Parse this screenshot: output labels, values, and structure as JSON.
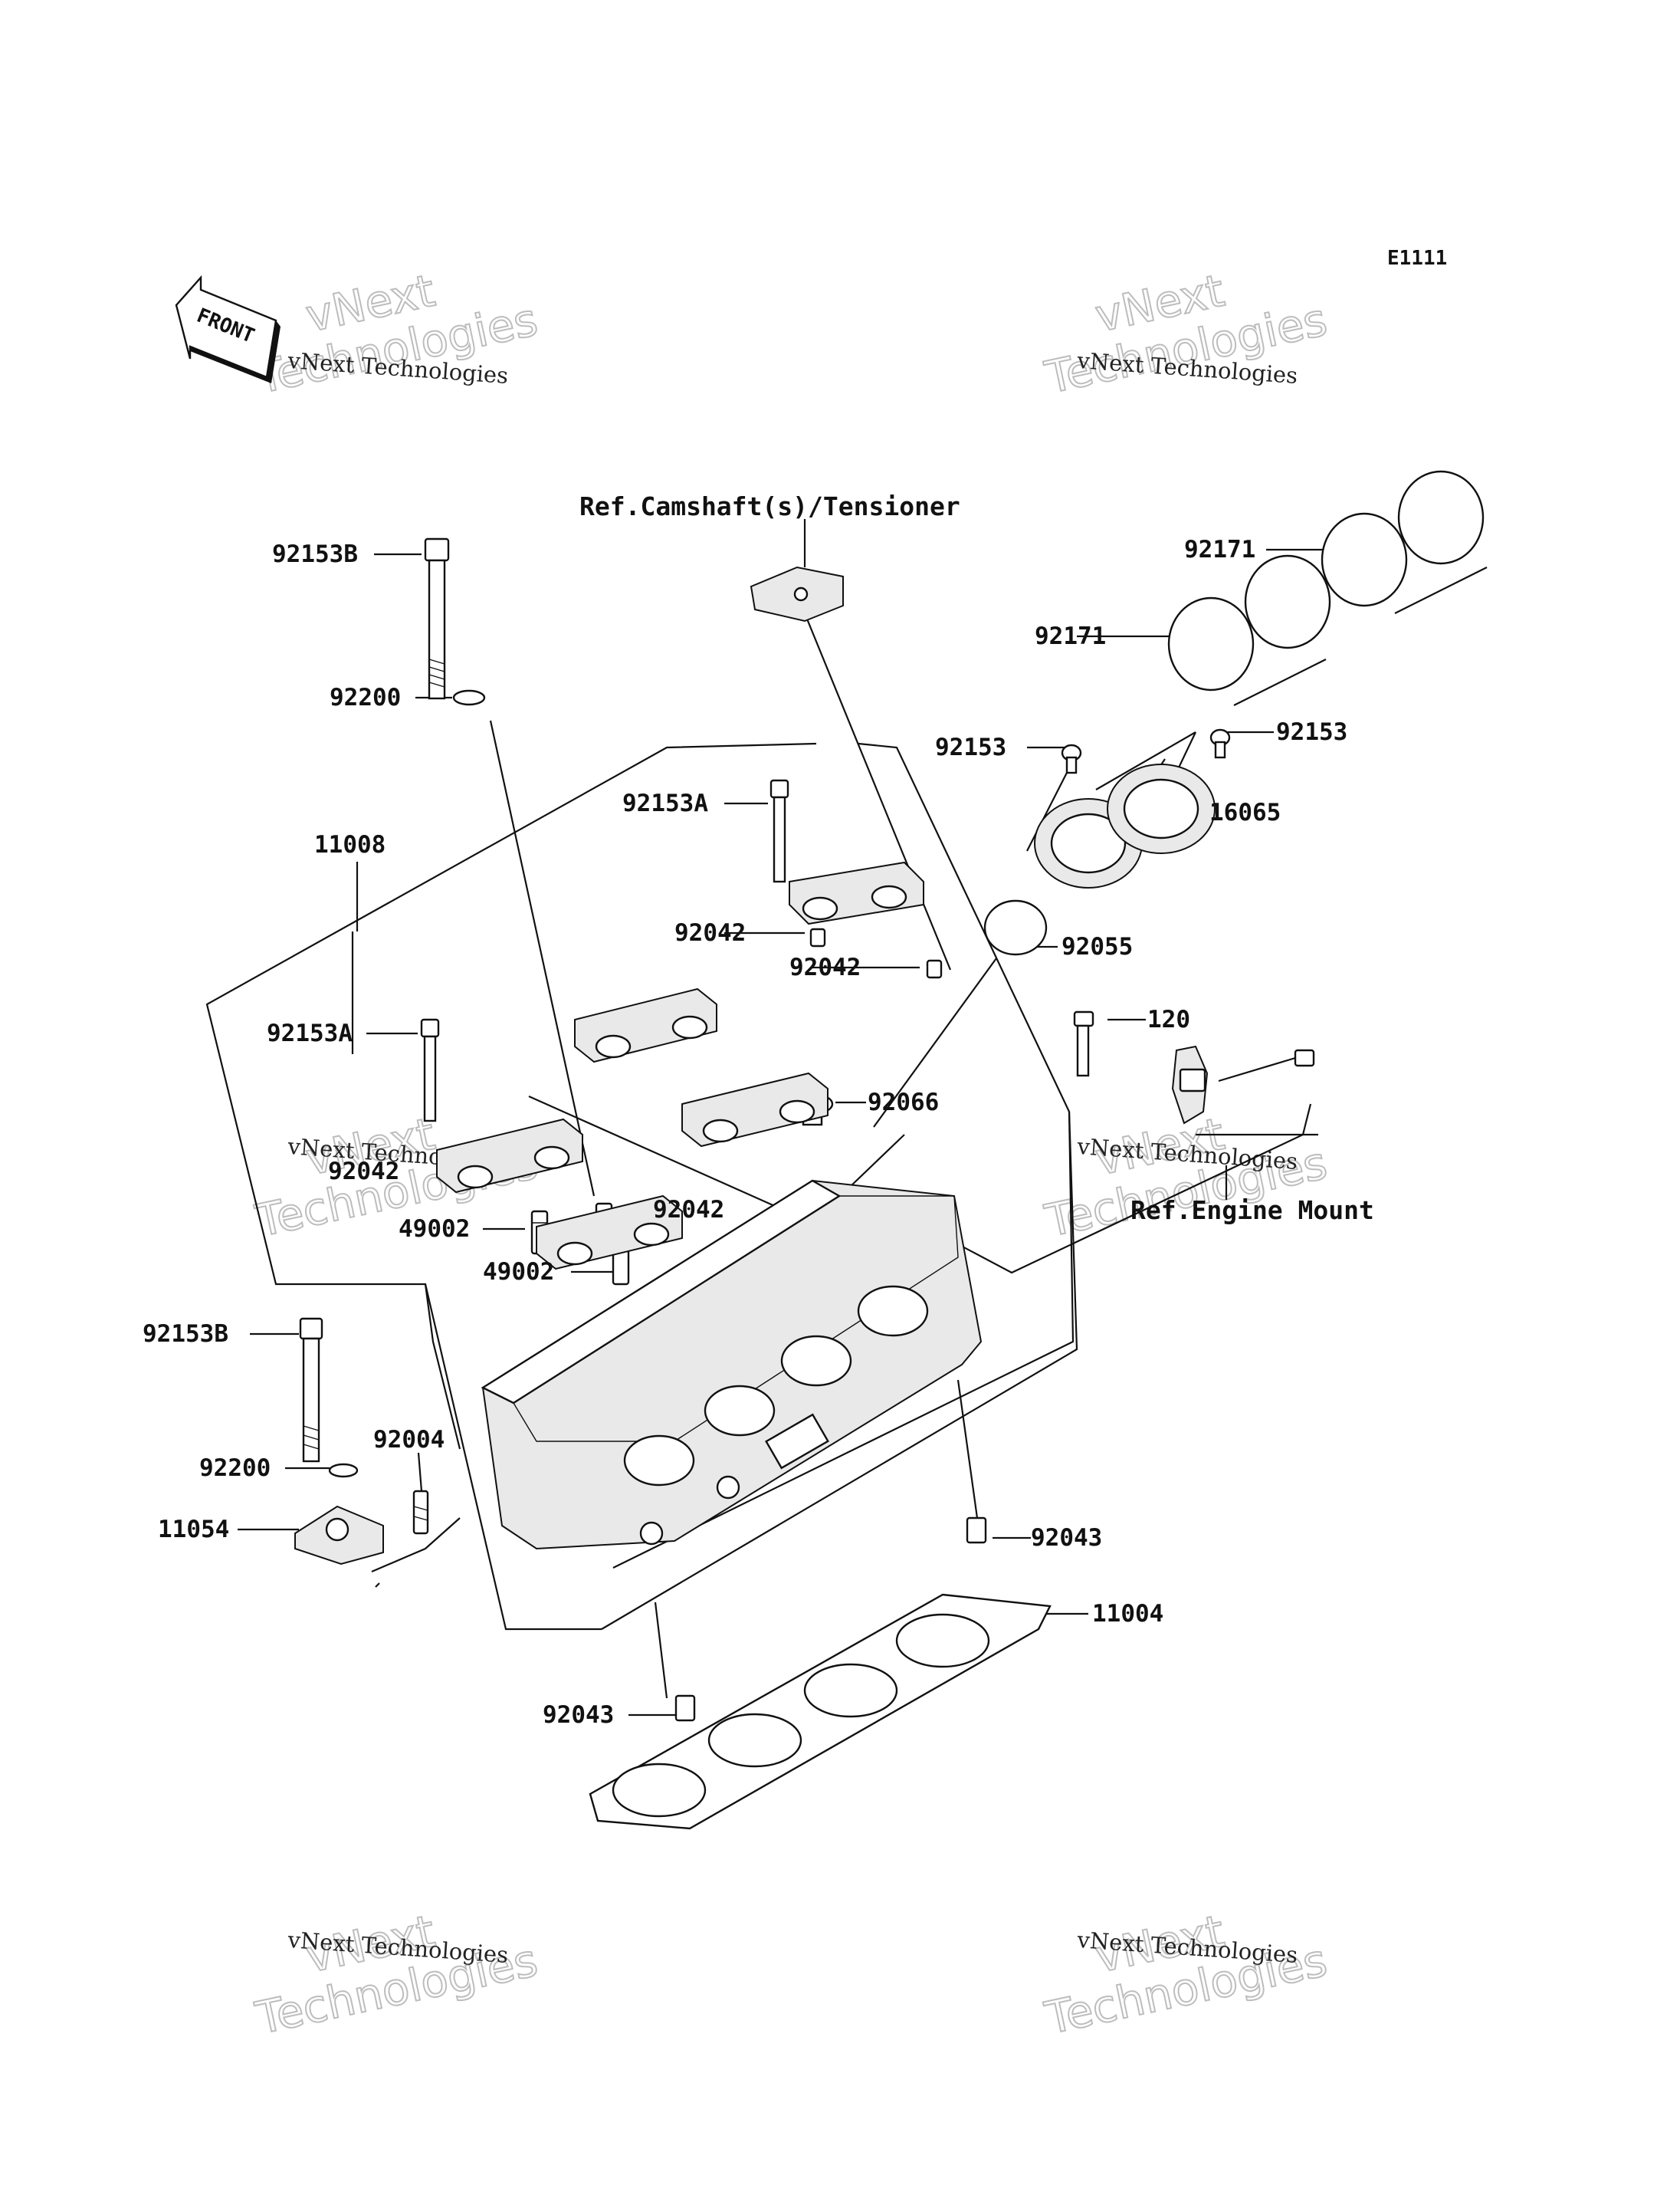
{
  "diagram_code": "E1111",
  "front_arrow_label": "FRONT",
  "watermark": {
    "small": "vNext Technologies",
    "large_top": "vNext",
    "large_bottom": "Technologies"
  },
  "references": {
    "camshaft": "Ref.Camshaft(s)/Tensioner",
    "engine_mount": "Ref.Engine Mount"
  },
  "parts": [
    {
      "id": "p01",
      "label": "92153B"
    },
    {
      "id": "p02",
      "label": "92200"
    },
    {
      "id": "p03",
      "label": "92153A"
    },
    {
      "id": "p04",
      "label": "11008"
    },
    {
      "id": "p05",
      "label": "92042"
    },
    {
      "id": "p06",
      "label": "92042"
    },
    {
      "id": "p07",
      "label": "92153A"
    },
    {
      "id": "p08",
      "label": "92042"
    },
    {
      "id": "p09",
      "label": "49002"
    },
    {
      "id": "p10",
      "label": "92042"
    },
    {
      "id": "p11",
      "label": "49002"
    },
    {
      "id": "p12",
      "label": "92153B"
    },
    {
      "id": "p13",
      "label": "92200"
    },
    {
      "id": "p14",
      "label": "92004"
    },
    {
      "id": "p15",
      "label": "11054"
    },
    {
      "id": "p16",
      "label": "92043"
    },
    {
      "id": "p17",
      "label": "11004"
    },
    {
      "id": "p18",
      "label": "92043"
    },
    {
      "id": "p19",
      "label": "92066"
    },
    {
      "id": "p20",
      "label": "120"
    },
    {
      "id": "p21",
      "label": "92171"
    },
    {
      "id": "p22",
      "label": "92171"
    },
    {
      "id": "p23",
      "label": "92153"
    },
    {
      "id": "p24",
      "label": "92153"
    },
    {
      "id": "p25",
      "label": "16065"
    },
    {
      "id": "p26",
      "label": "92055"
    }
  ]
}
